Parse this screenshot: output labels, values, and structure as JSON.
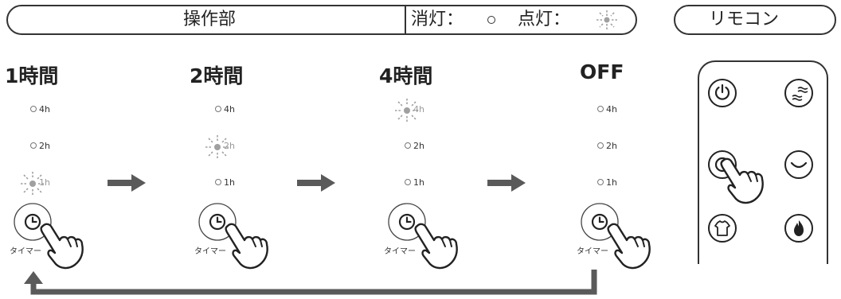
{
  "header": {
    "panel_label": "操作部",
    "legend_off_label": "消灯：",
    "legend_on_label": "点灯：",
    "remote_label": "リモコン"
  },
  "steps": [
    {
      "title": "1時間",
      "lit": "1h",
      "indicators": [
        "4h",
        "2h",
        "1h"
      ],
      "timer_label": "タイマー"
    },
    {
      "title": "2時間",
      "lit": "2h",
      "indicators": [
        "4h",
        "2h",
        "1h"
      ],
      "timer_label": "タイマー"
    },
    {
      "title": "4時間",
      "lit": "4h",
      "indicators": [
        "4h",
        "2h",
        "1h"
      ],
      "timer_label": "タイマー"
    },
    {
      "title": "OFF",
      "lit": "",
      "indicators": [
        "4h",
        "2h",
        "1h"
      ],
      "timer_label": "タイマー"
    }
  ],
  "remote_buttons": [
    "power-icon",
    "swing-icon",
    "timer-icon",
    "mode-icon",
    "shirt-icon",
    "flame-icon"
  ],
  "colors": {
    "line": "#333333",
    "arrow": "#5a5a5a",
    "glow": "#a0a0a0"
  }
}
